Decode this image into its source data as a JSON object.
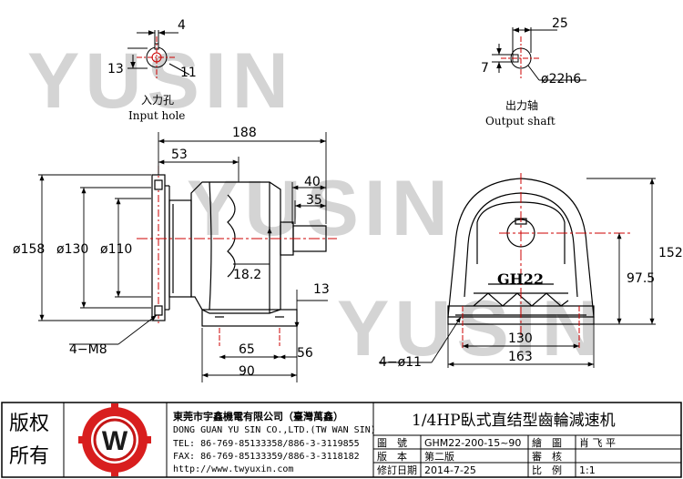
{
  "watermark": "YUSIN",
  "input_hole": {
    "dim_top": "4",
    "dim_left": "13",
    "dim_right": "11",
    "label_cn": "入力孔",
    "label_en": "Input hole"
  },
  "output_shaft": {
    "dim_top": "25",
    "dim_left": "7",
    "dim_diameter": "ø22h6",
    "label_cn": "出力轴",
    "label_en": "Output shaft"
  },
  "side_view": {
    "overall_length": "188",
    "flange_to_center": "53",
    "shaft_40": "40",
    "shaft_35": "35",
    "dia_158": "ø158",
    "dia_130": "ø130",
    "dia_110": "ø110",
    "dim_18_2": "18.2",
    "dim_13": "13",
    "dim_65": "65",
    "dim_56": "56",
    "dim_90": "90",
    "bolt_note": "4−M8"
  },
  "front_view": {
    "model_mark": "GH22",
    "height_152": "152",
    "height_97_5": "97.5",
    "width_130": "130",
    "width_163": "163",
    "hole_note": "4−ø11"
  },
  "title_block": {
    "rights_text": [
      "版权",
      "所有"
    ],
    "company_cn": "東莞市宇鑫機電有限公司（臺灣萬鑫）",
    "company_en": "DONG GUAN YU SIN CO.,LTD.(TW WAN SIN)",
    "tel": "TEL: 86-769-85133358/886-3-3119855",
    "fax": "FAX: 86-769-85133359/886-3-3118182",
    "web": "http://www.twyuxin.com",
    "logo_letter": "W",
    "title": "1/4HP臥式直结型齒輪減速机",
    "rows": [
      {
        "k1": "圖　號",
        "v1": "GHM22-200-15~90",
        "k2": "繪　圖",
        "v2": "肖 飞 平"
      },
      {
        "k1": "版　本",
        "v1": "第二版",
        "k2": "審　核",
        "v2": ""
      },
      {
        "k1": "修訂日期",
        "v1": "2014-7-25",
        "k2": "比　例",
        "v2": "1:1"
      }
    ]
  }
}
